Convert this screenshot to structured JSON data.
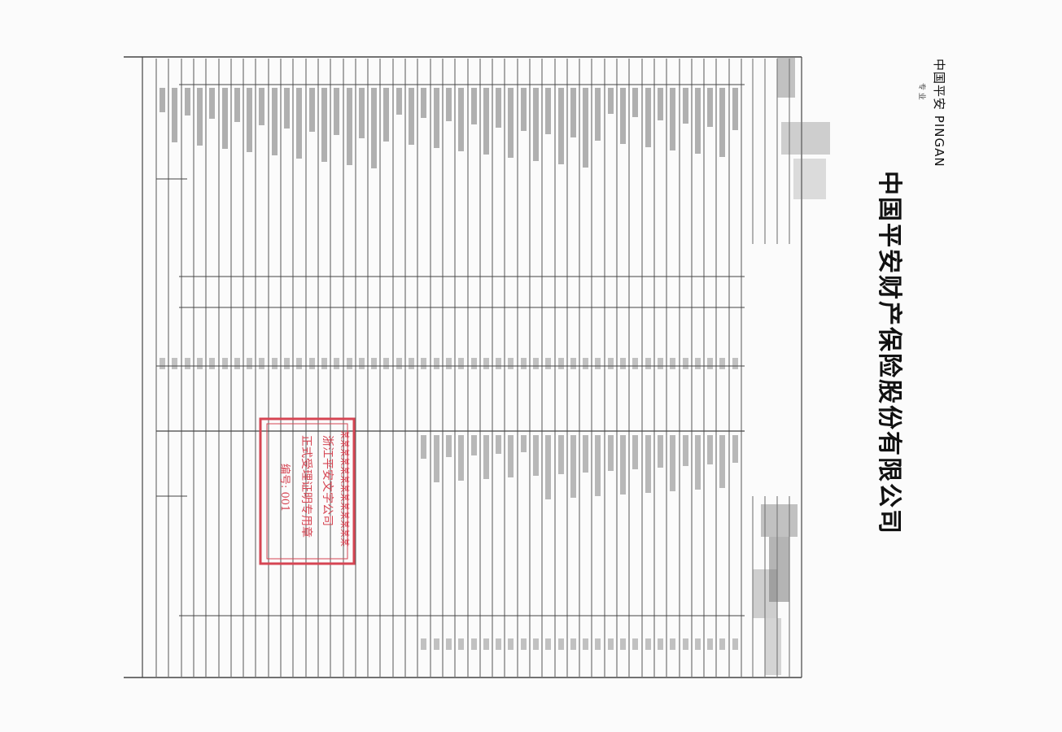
{
  "header": {
    "brand_small": "中国平安 PINGAN",
    "brand_sub": "专 业",
    "company_name": "中国平安财产保险股份有限公司"
  },
  "stamp": {
    "line1": "浙江平安文字公司",
    "line2": "正式受理证明专用章",
    "line3": "编号: 001",
    "border_text": "某某某某某某某某某某某某某"
  },
  "colors": {
    "line": "#444444",
    "stamp": "#d64553",
    "brand": "#111111",
    "blur": "#7a7a7a"
  }
}
